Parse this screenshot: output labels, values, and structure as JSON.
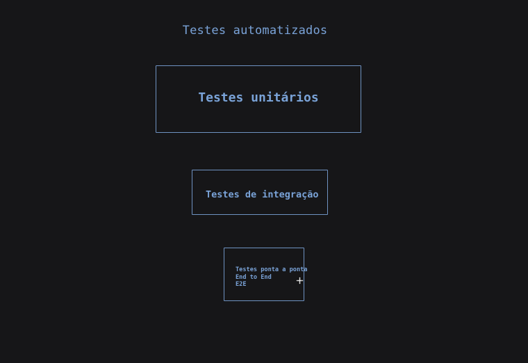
{
  "diagram": {
    "title": "Testes automatizados",
    "boxes": [
      {
        "label": "Testes unitários"
      },
      {
        "label": "Testes de integração"
      },
      {
        "lines": [
          "Testes ponta a ponta",
          "End to End",
          "E2E"
        ]
      }
    ]
  },
  "colors": {
    "background": "#161618",
    "text": "#7aa3d8",
    "border": "#6f93c2"
  },
  "cursor": {
    "icon": "move-cursor-icon"
  }
}
